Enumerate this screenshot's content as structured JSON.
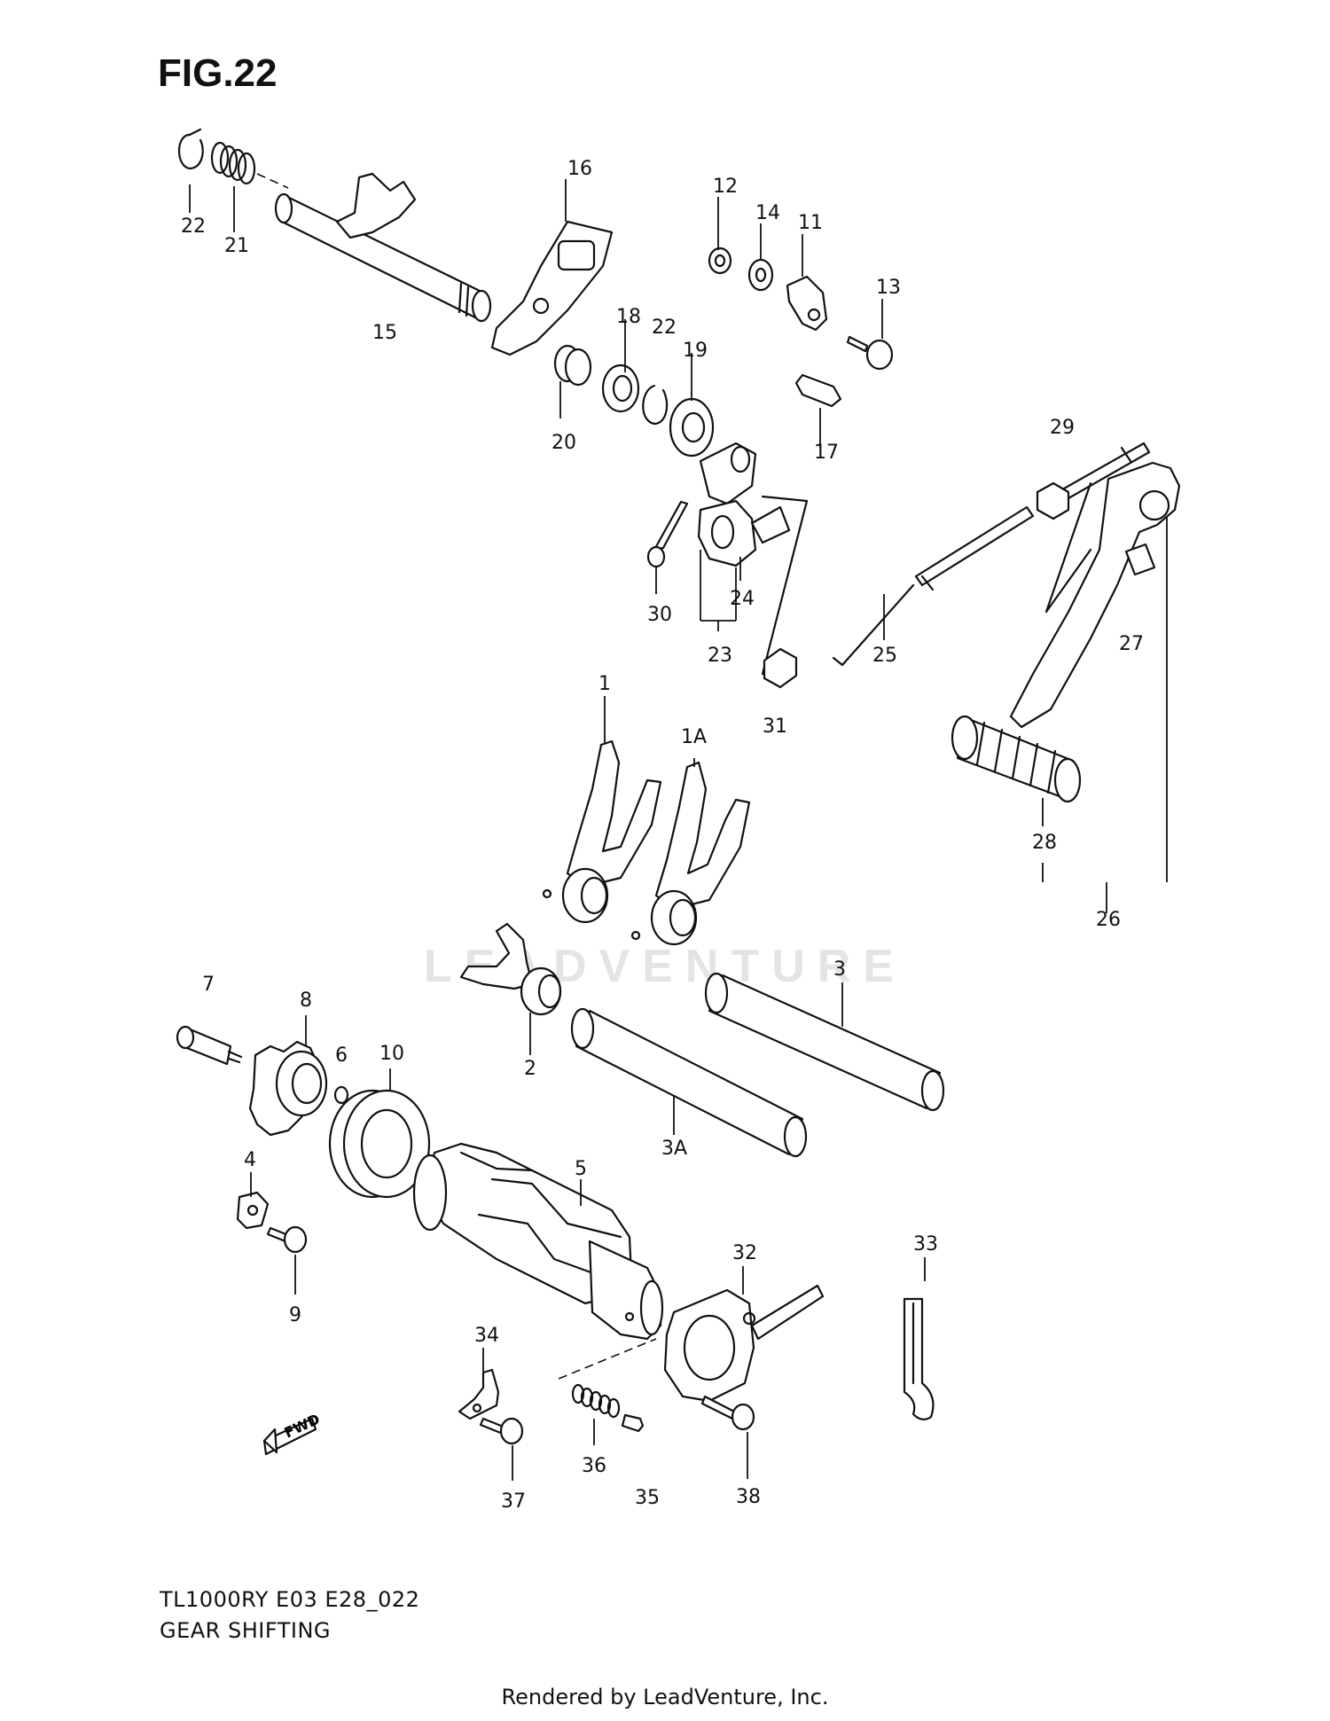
{
  "figure": {
    "title": "FIG.22"
  },
  "watermark": {
    "text": "LEADVENTURE"
  },
  "model_line": "TL1000RY E03 E28_022",
  "section_title": "GEAR SHIFTING",
  "render_credit": "Rendered by LeadVenture, Inc.",
  "fwd_arrow_label": "FWD",
  "callouts": {
    "c1": "1",
    "c1a": "1A",
    "c2": "2",
    "c3": "3",
    "c3a": "3A",
    "c4": "4",
    "c5": "5",
    "c6": "6",
    "c7": "7",
    "c8": "8",
    "c9": "9",
    "c10": "10",
    "c11": "11",
    "c12": "12",
    "c13": "13",
    "c14": "14",
    "c15": "15",
    "c16": "16",
    "c17": "17",
    "c18": "18",
    "c19": "19",
    "c20": "20",
    "c21": "21",
    "c22a": "22",
    "c22b": "22",
    "c23": "23",
    "c24": "24",
    "c25": "25",
    "c26": "26",
    "c27": "27",
    "c28": "28",
    "c29": "29",
    "c30": "30",
    "c31": "31",
    "c32": "32",
    "c33": "33",
    "c34": "34",
    "c35": "35",
    "c36": "36",
    "c37": "37",
    "c38": "38"
  }
}
